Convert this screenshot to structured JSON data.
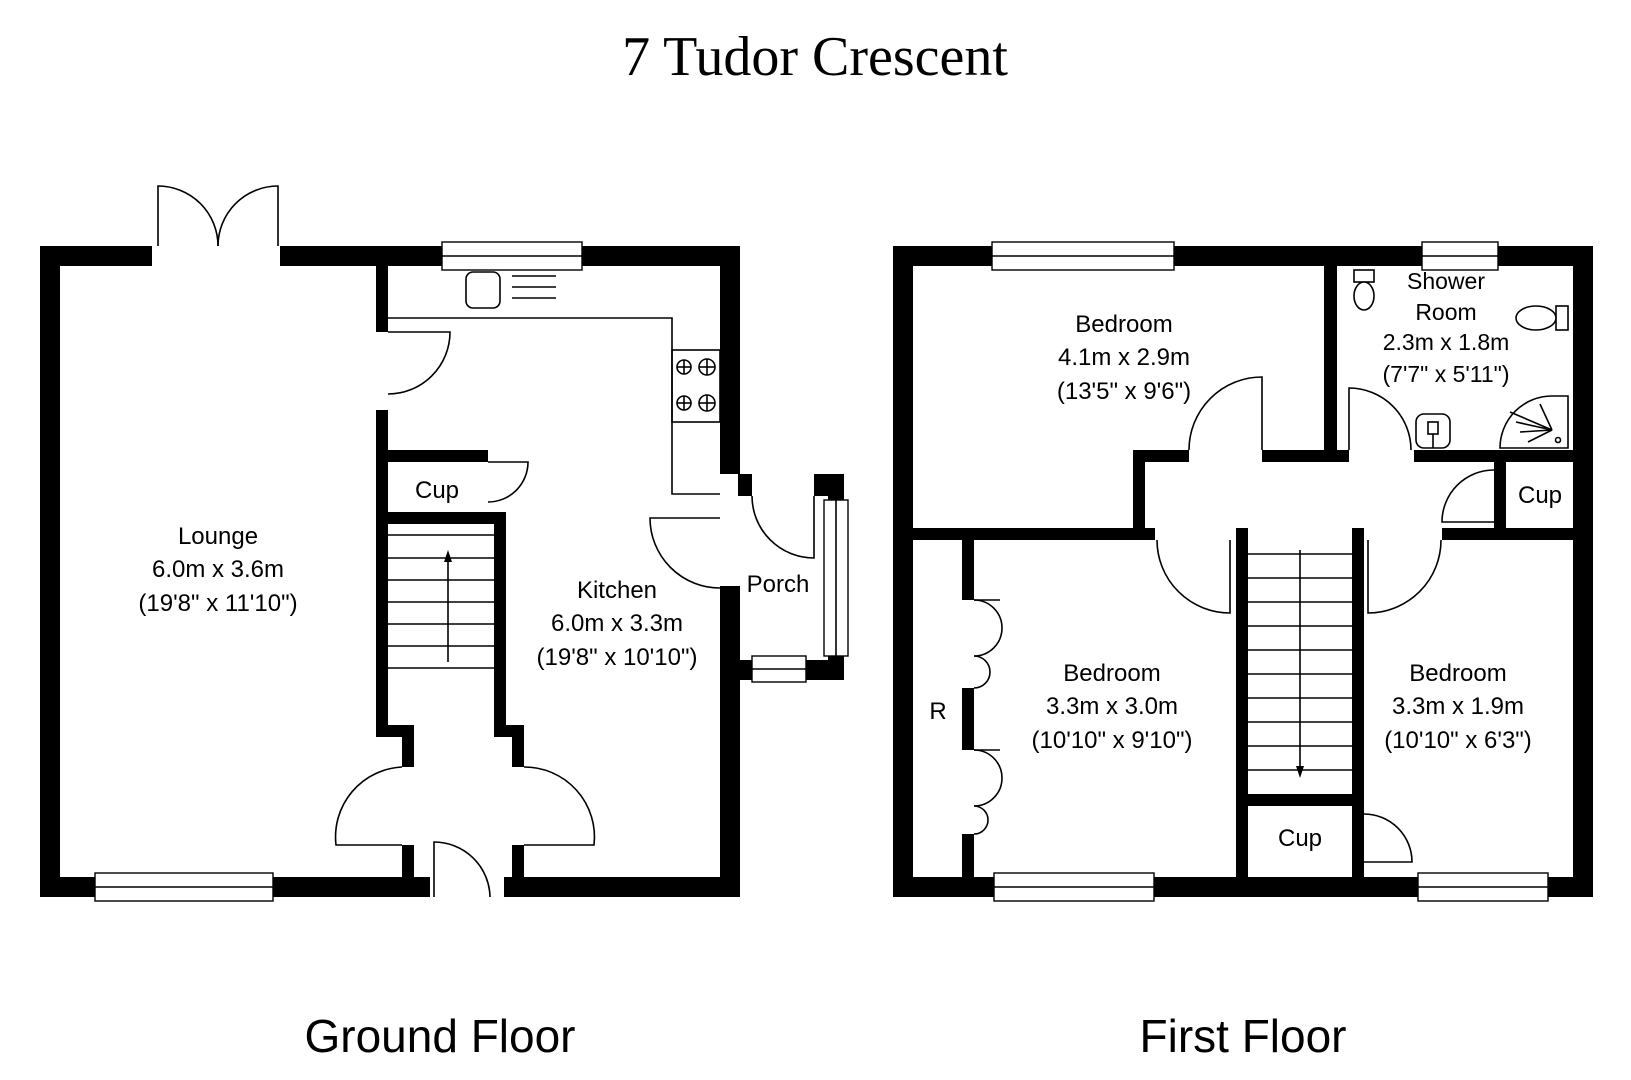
{
  "title": "7 Tudor Crescent",
  "floors": [
    {
      "label": "Ground Floor",
      "rooms": [
        {
          "name": "Lounge",
          "metric": "6.0m x 3.6m",
          "imperial": "(19'8\" x 11'10\")"
        },
        {
          "name": "Kitchen",
          "metric": "6.0m x 3.3m",
          "imperial": "(19'8\" x 10'10\")"
        },
        {
          "name": "Porch"
        },
        {
          "name": "Cup"
        }
      ]
    },
    {
      "label": "First Floor",
      "rooms": [
        {
          "name": "Bedroom",
          "metric": "4.1m x 2.9m",
          "imperial": "(13'5\" x 9'6\")"
        },
        {
          "name_line1": "Shower",
          "name_line2": "Room",
          "metric": "2.3m x 1.8m",
          "imperial": "(7'7\" x 5'11\")"
        },
        {
          "name": "Cup"
        },
        {
          "name": "Bedroom",
          "metric": "3.3m x 3.0m",
          "imperial": "(10'10\" x 9'10\")"
        },
        {
          "name": "Bedroom",
          "metric": "3.3m x 1.9m",
          "imperial": "(10'10\" x 6'3\")"
        },
        {
          "name": "Cup"
        },
        {
          "name": "R"
        }
      ]
    }
  ]
}
